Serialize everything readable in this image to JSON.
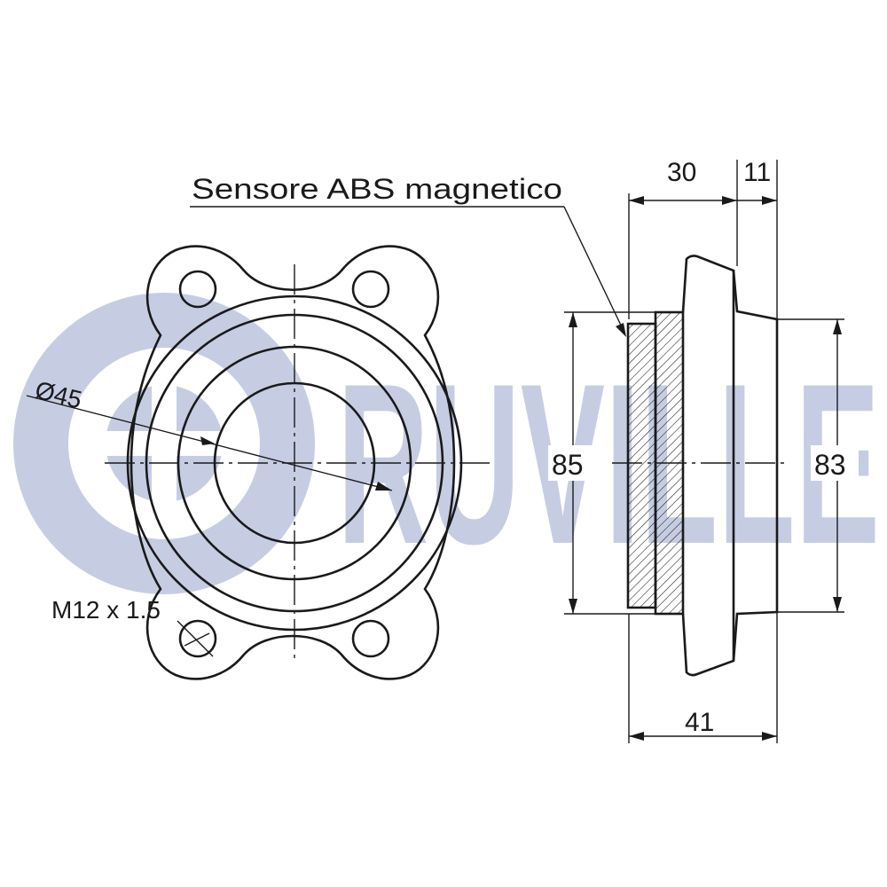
{
  "watermark": {
    "text": "RUVILLE",
    "color": "#c6cde3",
    "icon": "ruville-swirl-logo"
  },
  "labels": {
    "abs_sensor": "Sensore ABS magnetico",
    "diameter": "Ø45",
    "thread": "M12 x 1.5",
    "dim_30": "30",
    "dim_11": "11",
    "dim_85": "85",
    "dim_83": "83",
    "dim_41": "41"
  },
  "colors": {
    "line": "#1a1a1a",
    "watermark": "#c6cde3",
    "background": "#ffffff"
  }
}
